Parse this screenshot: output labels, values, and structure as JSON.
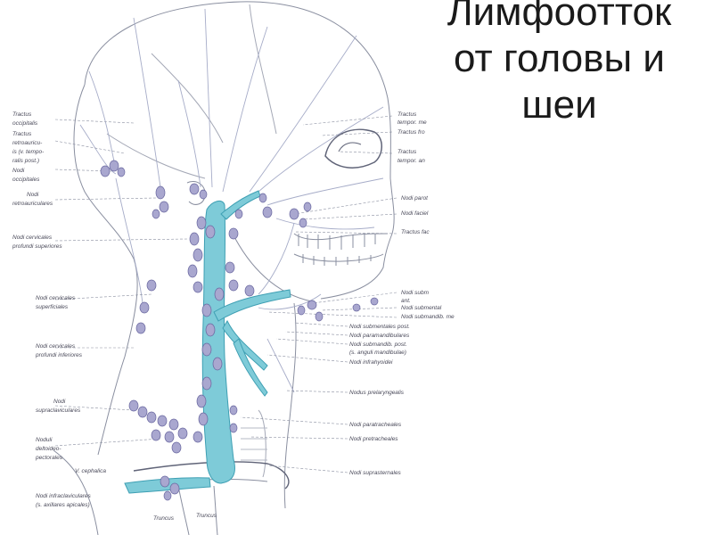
{
  "title_lines": [
    "Лимфоотток",
    "от головы и",
    "шеи"
  ],
  "colors": {
    "vessel": "#7ecbd8",
    "vessel_stroke": "#3e9fb3",
    "node": "#a9a7cf",
    "node_stroke": "#6a68a0",
    "outline": "#8a8fa0",
    "lymph": "#a6acc8"
  },
  "labels_left": [
    "Tractus",
    "occipitalis",
    "Tractus",
    "retroauricu-",
    "is (v. tempo-",
    "ralis post.)",
    "Nodi",
    "occipitales",
    "Nodi",
    "retroauriculares",
    "Nodi cervicales",
    "profundi superiores",
    "Nodi cervicales",
    "superficiales",
    "Nodi cervicales",
    "profundi inferiores",
    "Nodi",
    "supraclaviculares",
    "Noduli",
    "deltoideo-",
    "pectorales",
    "V. cephalica",
    "Nodi infraclaviculares",
    "(s. axillares apicales)",
    "Truncus",
    "Truncus"
  ],
  "labels_right": [
    "Tractus",
    "tempor. me",
    "Tractus fro",
    "Tractus",
    "tempor. an",
    "Nodi parot",
    "Nodi faciel",
    "Tractus fac",
    "Nodi subm",
    "ant.",
    "Nodi submental",
    "Nodi submandib. me",
    "Nodi submentales post.",
    "Nodi paramandibulares",
    "Nodi submandib. post.",
    "(s. anguli mandibulae)",
    "Nodi infrahyoidei",
    "Nodus prelaryngealis",
    "Nodi paratracheales",
    "Nodi pretracheales",
    "Nodi suprasternales"
  ]
}
